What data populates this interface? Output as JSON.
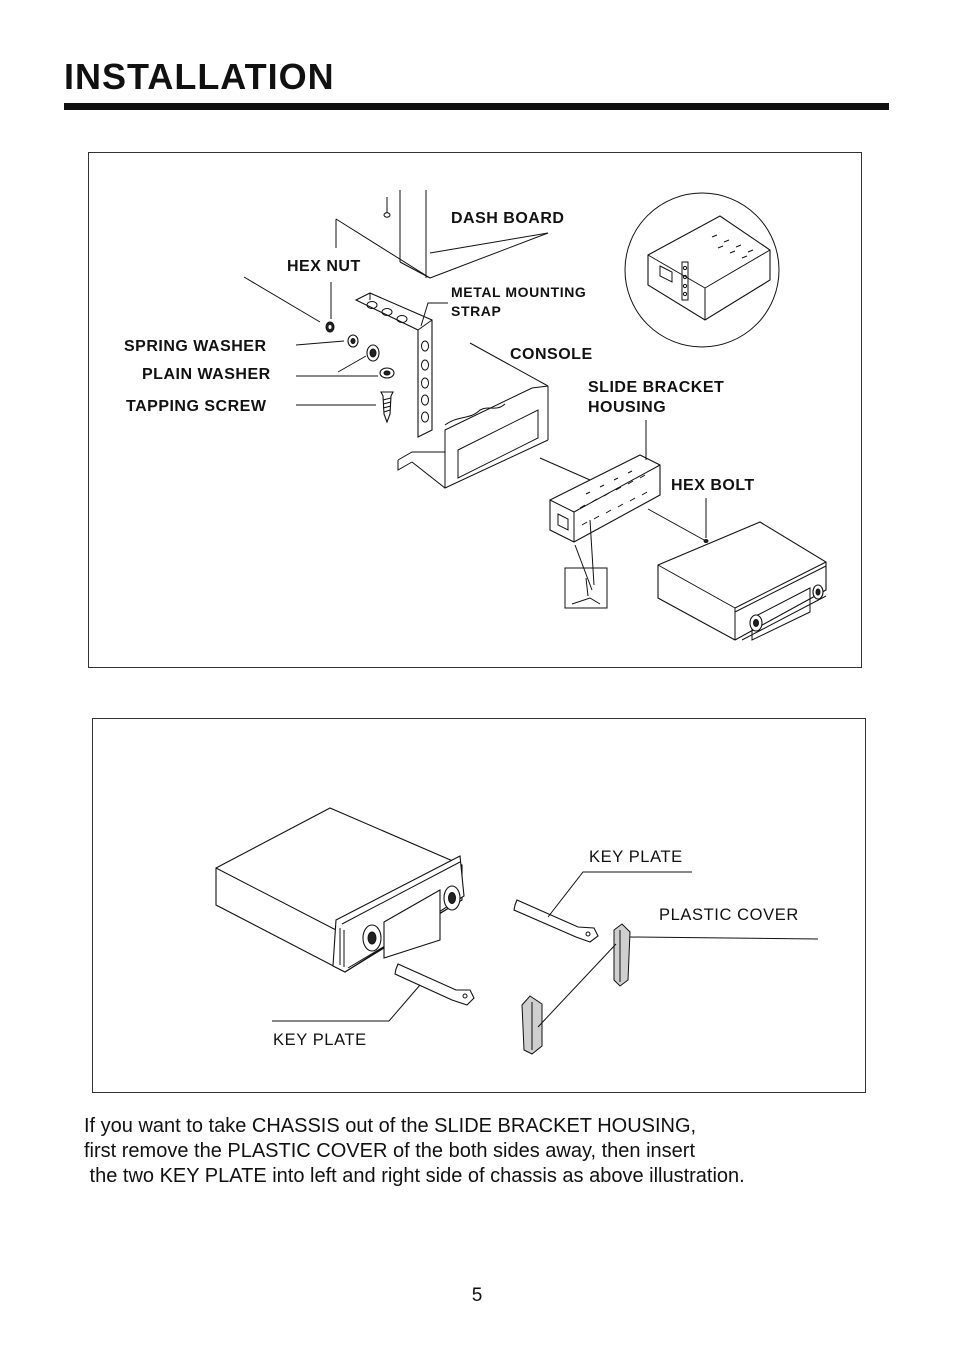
{
  "page": {
    "title": "INSTALLATION",
    "page_number": "5"
  },
  "figure1": {
    "labels": {
      "dash_board": "DASH BOARD",
      "hex_nut": "HEX NUT",
      "metal_mounting_strap_line1": "METAL MOUNTING",
      "metal_mounting_strap_line2": "STRAP",
      "spring_washer": "SPRING WASHER",
      "console": "CONSOLE",
      "plain_washer": "PLAIN WASHER",
      "slide_bracket_housing_line1": "SLIDE BRACKET",
      "slide_bracket_housing_line2": "HOUSING",
      "tapping_screw": "TAPPING SCREW",
      "hex_bolt": "HEX BOLT"
    }
  },
  "figure2": {
    "labels": {
      "key_plate_right": "KEY PLATE",
      "plastic_cover": "PLASTIC COVER",
      "key_plate_left": "KEY PLATE"
    }
  },
  "instructions": {
    "line1": "If you want to take CHASSIS out of the SLIDE BRACKET HOUSING,",
    "line2": "first remove the PLASTIC COVER of the both sides away, then insert",
    "line3": " the two KEY PLATE into left and right side of chassis as above illustration."
  }
}
